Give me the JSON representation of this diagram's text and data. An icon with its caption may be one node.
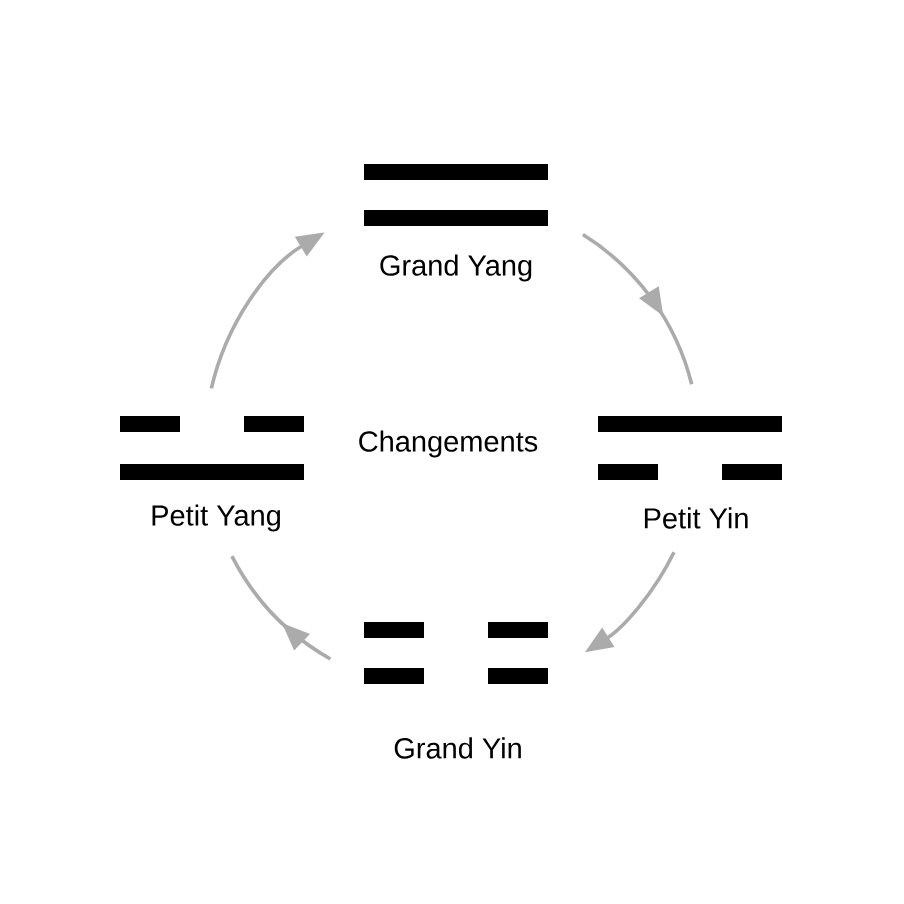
{
  "diagram": {
    "nodes": [
      {
        "text": [
          "Grand Yang"
        ]
      },
      {
        "text": [
          "Petit Yang"
        ]
      },
      {
        "text": [
          "Petit Yin"
        ]
      },
      {
        "text": [
          "Grand Yin"
        ]
      }
    ],
    "edges": [
      {
        "from": 0,
        "to": 2,
        "arrow": "to"
      },
      {
        "from": 2,
        "to": 3,
        "arrow": "to"
      },
      {
        "from": 3,
        "to": 1,
        "arrow": "to"
      },
      {
        "from": 1,
        "to": 0,
        "arrow": "to"
      }
    ],
    "labels": [
      "Changements"
    ]
  }
}
